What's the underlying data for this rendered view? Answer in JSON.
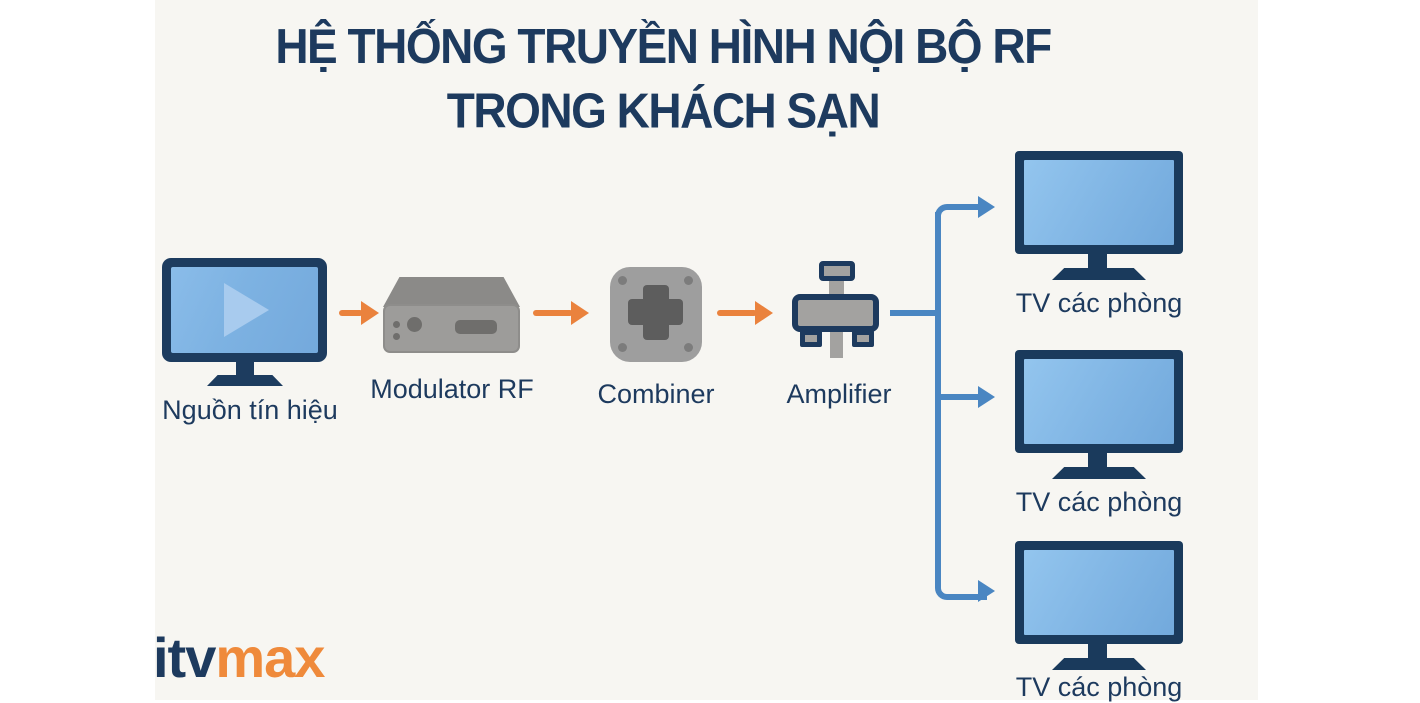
{
  "title": {
    "line1": "HỆ THỐNG TRUYỀN HÌNH NỘI BỘ RF",
    "line2": "TRONG KHÁCH SẠN"
  },
  "diagram": {
    "nodes": [
      {
        "id": "source",
        "label": "Nguồn tín hiệu",
        "icon": "tv-play-icon"
      },
      {
        "id": "modulator",
        "label": "Modulator RF",
        "icon": "modulator-box-icon"
      },
      {
        "id": "combiner",
        "label": "Combiner",
        "icon": "combiner-icon"
      },
      {
        "id": "amplifier",
        "label": "Amplifier",
        "icon": "amplifier-icon"
      },
      {
        "id": "tv-room-1",
        "label": "TV các phòng",
        "icon": "tv-icon"
      },
      {
        "id": "tv-room-2",
        "label": "TV các phòng",
        "icon": "tv-icon"
      },
      {
        "id": "tv-room-3",
        "label": "TV các phòng",
        "icon": "tv-icon"
      }
    ],
    "edges": [
      {
        "from": "source",
        "to": "modulator",
        "style": "orange-arrow"
      },
      {
        "from": "modulator",
        "to": "combiner",
        "style": "orange-arrow"
      },
      {
        "from": "combiner",
        "to": "amplifier",
        "style": "orange-arrow"
      },
      {
        "from": "amplifier",
        "to": "tv-room-1",
        "style": "blue-arrow"
      },
      {
        "from": "amplifier",
        "to": "tv-room-2",
        "style": "blue-arrow"
      },
      {
        "from": "amplifier",
        "to": "tv-room-3",
        "style": "blue-arrow"
      }
    ]
  },
  "logo": {
    "part1": "itv",
    "part2": "max"
  },
  "colors": {
    "navy": "#1d3a5e",
    "panel_background": "#f7f6f2",
    "page_background": "#ffffff",
    "orange_arrow": "#ea823d",
    "blue_line": "#4a86c2",
    "screen_blue": "#80b5e4",
    "device_gray": "#9d9c9a",
    "logo_orange": "#ef8a3b"
  }
}
